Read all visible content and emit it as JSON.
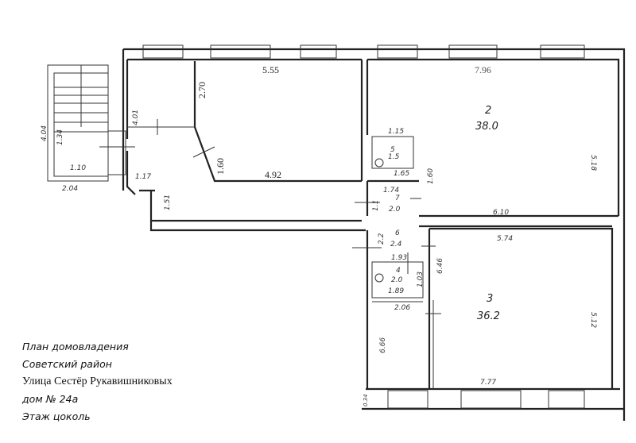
{
  "caption": {
    "line1": "План домовладения",
    "line2": "Советский район",
    "line3": "Улица Сестёр Рукавишниковых",
    "line4": "дом № 24а",
    "line5": "Этаж цоколь"
  },
  "rooms": {
    "r2": {
      "number": "2",
      "area": "38.0"
    },
    "r3": {
      "number": "3",
      "area": "36.2"
    },
    "r4": {
      "number": "4",
      "area": "2.0"
    },
    "r5": {
      "number": "5",
      "area": "1.5"
    },
    "r6": {
      "number": "6",
      "area": "2.4"
    },
    "r7": {
      "number": "7",
      "area": "2.0"
    }
  },
  "dimensions": {
    "d555": "5.55",
    "d270": "2.70",
    "d160": "1.60",
    "d492": "4.92",
    "d401": "4.01",
    "d404": "4.04",
    "d134": "1.34",
    "d110": "1.10",
    "d204": "2.04",
    "d117": "1.17",
    "d151": "1.51",
    "d796": "7.96",
    "d115": "1.15",
    "d165": "1.65",
    "d174": "1.74",
    "d160b": "1.60",
    "d11": "1.1",
    "d610": "6.10",
    "d22": "2.2",
    "d574": "5.74",
    "d193": "1.93",
    "d103": "1.03",
    "d189": "1.89",
    "d646": "6.46",
    "d206": "2.06",
    "d518": "5.18",
    "d512": "5.12",
    "d666": "6.66",
    "d777": "7.77",
    "d034": "0.34"
  }
}
